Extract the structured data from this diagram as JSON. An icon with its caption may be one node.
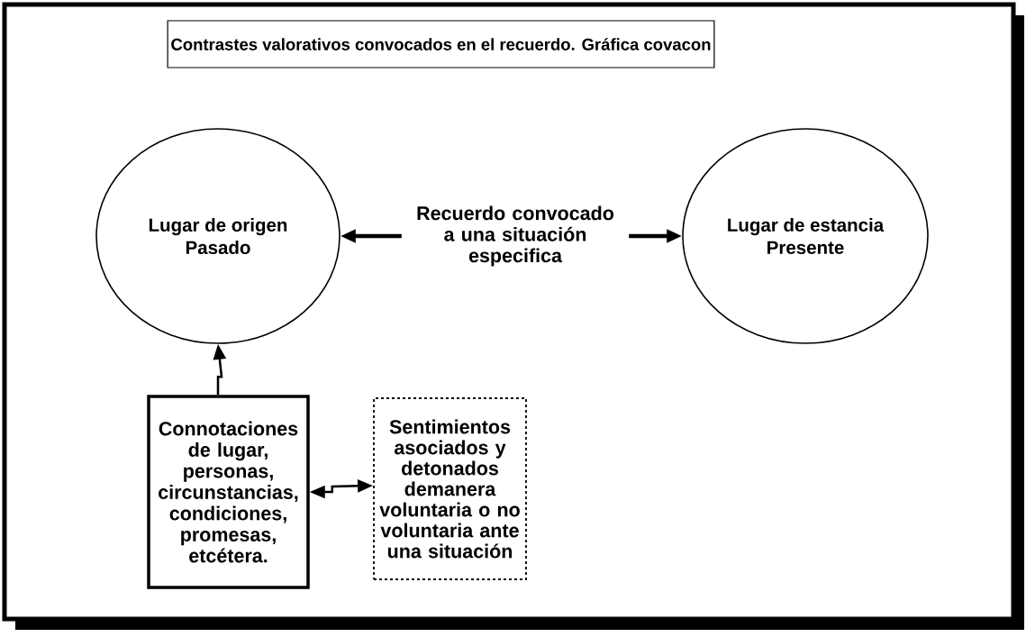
{
  "diagram": {
    "nodes": [
      {
        "text": [
          "Contrastes valorativos convocados en el recuerdo. Gráfica covacon"
        ]
      },
      {
        "text": [
          "Lugar de origen",
          "Pasado"
        ]
      },
      {
        "text": [
          "Lugar de estancia",
          "Presente"
        ]
      },
      {
        "text": [
          "Recuerdo convocado a una situación especifica"
        ]
      },
      {
        "text": [
          "Connotaciones de lugar, personas, circunstancias, condiciones, promesas, etcétera."
        ]
      },
      {
        "text": [
          "Sentimientos asociados y detonados demanera voluntaria o no voluntaria ante una situación"
        ]
      }
    ],
    "edges": [
      {
        "from": 3,
        "to": 1,
        "arrow": "to",
        "style": "thick"
      },
      {
        "from": 3,
        "to": 2,
        "arrow": "to",
        "style": "thick"
      },
      {
        "from": 4,
        "to": 1,
        "arrow": "to"
      },
      {
        "from": 4,
        "to": 5,
        "arrow": "both"
      }
    ]
  }
}
